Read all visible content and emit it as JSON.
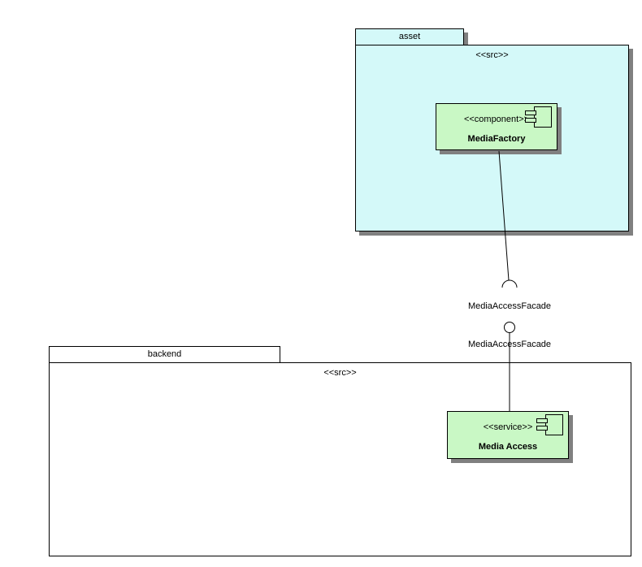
{
  "diagram": {
    "asset_package": {
      "name": "asset",
      "stereotype": "<<src>>"
    },
    "backend_package": {
      "name": "backend",
      "stereotype": "<<src>>"
    },
    "media_factory": {
      "stereotype": "<<component>>",
      "name": "MediaFactory"
    },
    "media_access": {
      "stereotype": "<<service>>",
      "name": "Media Access"
    },
    "connector": {
      "required_interface_label": "MediaAccessFacade",
      "provided_interface_label": "MediaAccessFacade"
    },
    "colors": {
      "package_fill": "#d4f9f9",
      "component_fill": "#c9f8c5",
      "backend_fill": "#ffffff",
      "shadow": "#808080",
      "border": "#000000"
    }
  }
}
